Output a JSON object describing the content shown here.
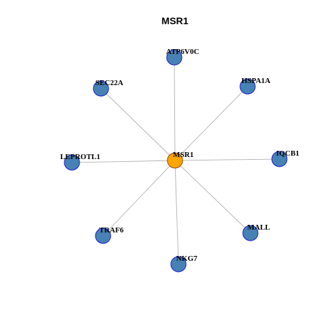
{
  "title": "MSR1",
  "center": {
    "id": "MSR1",
    "label": "MSR1",
    "color": "#FFA500",
    "stroke": "#8B4500"
  },
  "neighbor_style": {
    "color": "#4682B4",
    "stroke": "#1C1CD0"
  },
  "neighbors": [
    {
      "id": "ATP6V0C",
      "label": "ATP6V0C"
    },
    {
      "id": "HSPA1A",
      "label": "HSPA1A"
    },
    {
      "id": "IQCB1",
      "label": "IQCB1"
    },
    {
      "id": "MALL",
      "label": "MALL"
    },
    {
      "id": "NKG7",
      "label": "NKG7"
    },
    {
      "id": "TRAF6",
      "label": "TRAF6"
    },
    {
      "id": "LEPROTL1",
      "label": "LEPROTL1"
    },
    {
      "id": "SEC22A",
      "label": "SEC22A"
    }
  ],
  "edges": [
    [
      "MSR1",
      "ATP6V0C"
    ],
    [
      "MSR1",
      "HSPA1A"
    ],
    [
      "MSR1",
      "IQCB1"
    ],
    [
      "MSR1",
      "MALL"
    ],
    [
      "MSR1",
      "NKG7"
    ],
    [
      "MSR1",
      "TRAF6"
    ],
    [
      "MSR1",
      "LEPROTL1"
    ],
    [
      "MSR1",
      "SEC22A"
    ]
  ]
}
